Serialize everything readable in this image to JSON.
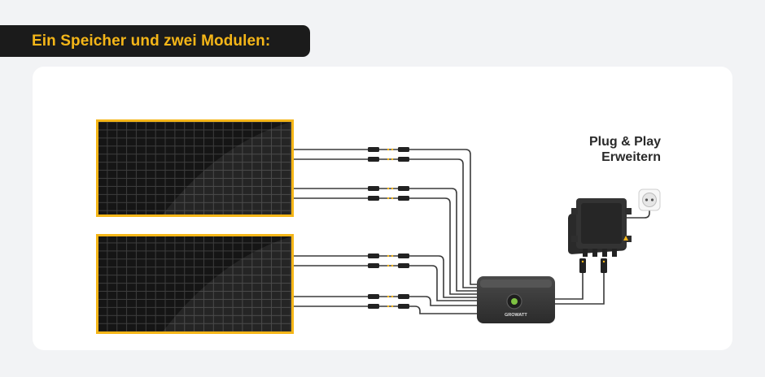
{
  "header": {
    "title": "Ein Speicher und zwei Modulen:"
  },
  "caption": {
    "line1": "Plug & Play",
    "line2": "Erweitern"
  },
  "battery": {
    "brand": "GROWATT"
  },
  "colors": {
    "accent": "#f5b618",
    "banner": "#1b1b1b",
    "background": "#f2f3f5",
    "panel": "#ffffff",
    "cable": "#3a3a3a"
  },
  "icons": {
    "socket": "wall-socket-icon",
    "inverter": "microinverter-icon",
    "battery": "battery-storage-icon",
    "warning": "warning-triangle-icon"
  }
}
